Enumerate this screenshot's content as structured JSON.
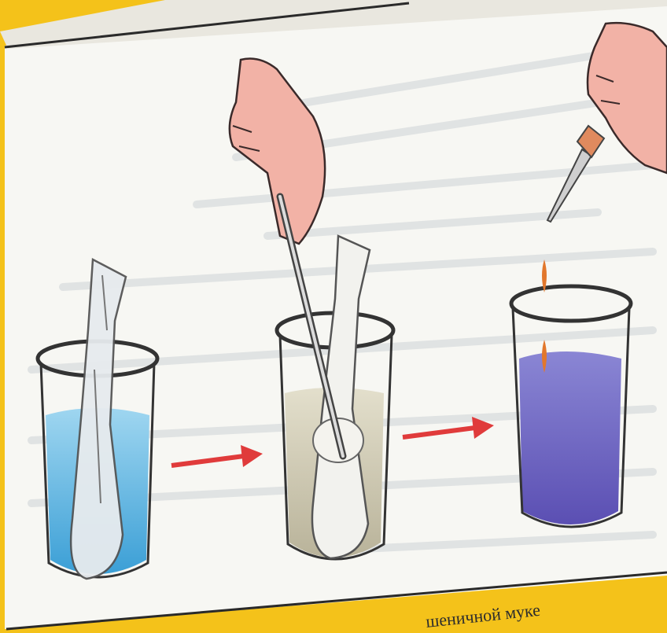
{
  "figure": {
    "bottom_caption": "шеничной муке",
    "steps": [
      {
        "name": "beaker-1-blue-water",
        "liquid": "#7fc4e8"
      },
      {
        "name": "beaker-2-grey-water",
        "liquid": "#cfc9b2"
      },
      {
        "name": "beaker-3-iodine-violet",
        "liquid": "#6f66c0"
      }
    ],
    "arrow_color": "#e03b3b",
    "background_color": "#f4c21a",
    "page_color": "#f7f7f3"
  }
}
